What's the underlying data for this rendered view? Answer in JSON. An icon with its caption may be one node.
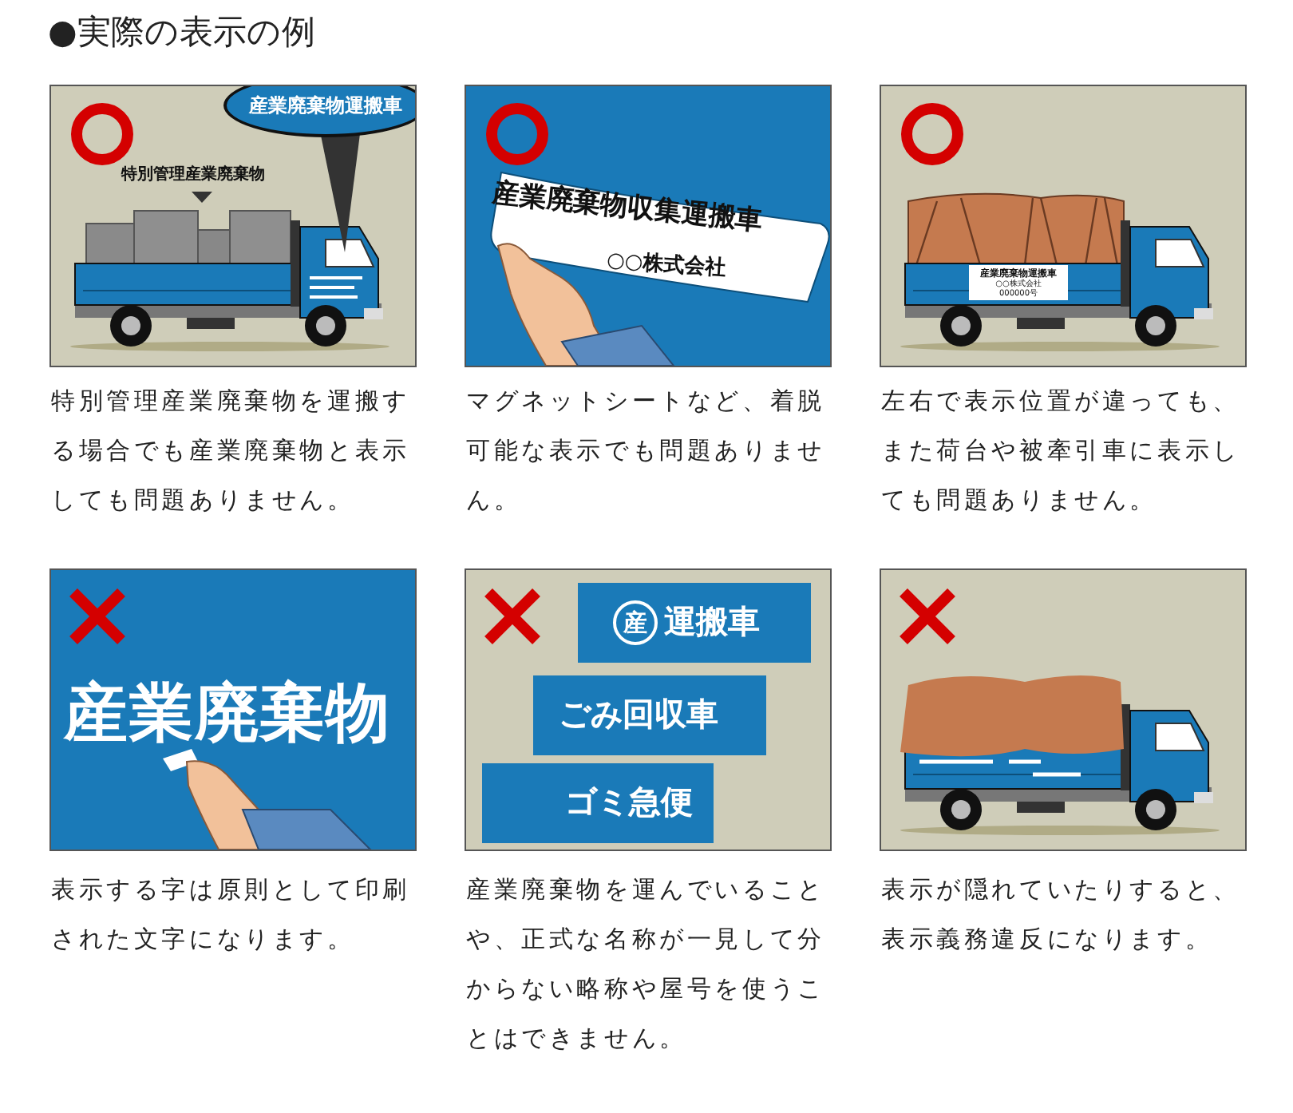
{
  "diagram": {
    "title": "●実際の表示の例",
    "labels": [
      "産業廃棄物運搬車",
      "特別管理産業廃棄物",
      "特別管理産業廃棄物を運搬する場合でも産業廃棄物と表示しても問題ありません。",
      "産業廃棄物収集運搬車",
      "○○株式会社",
      "マグネットシートなど、着脱可能な表示でも問題ありません。",
      "産業廃棄物運搬車",
      "○○株式会社",
      "000000号",
      "左右で表示位置が違っても、また荷台や被牽引車に表示しても問題ありません。",
      "産業廃棄物",
      "表示する字は原則として印刷された文字になります。",
      "産",
      "運搬車",
      "ごみ回収車",
      "ゴミ急便",
      "産業廃棄物を運んでいることや、正式な名称が一見して分からない略称や屋号を使うことはできません。",
      "表示が隠れていたりすると、表示義務違反になります。"
    ]
  }
}
